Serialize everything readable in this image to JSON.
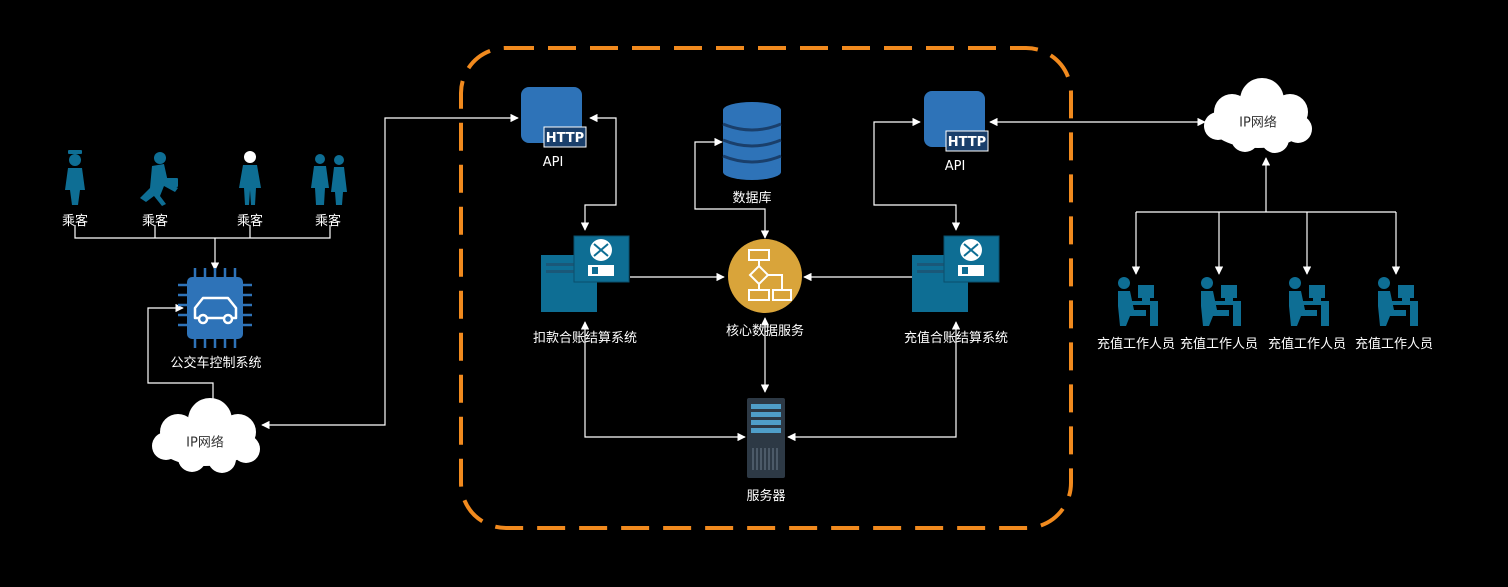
{
  "labels": {
    "passenger1": "乘客",
    "passenger2": "乘客",
    "passenger3": "乘客",
    "passenger4": "乘客",
    "bus_control": "公交车控制系统",
    "ip_network_left": "IP网络",
    "api_left": "API",
    "database": "数据库",
    "api_right": "API",
    "ip_network_right": "IP网络",
    "deduct_system": "扣款合账结算系统",
    "core_service": "核心数据服务",
    "recharge_system": "充值合账结算系统",
    "server": "服务器",
    "staff1": "充值工作人员",
    "staff2": "充值工作人员",
    "staff3": "充值工作人员",
    "staff4": "充值工作人员"
  },
  "icons": {
    "passenger": "person-silhouette-icon",
    "bus": "bus-chip-icon",
    "cloud": "cloud-icon",
    "api": "http-api-icon",
    "database": "database-icon",
    "system": "server-router-icon",
    "core": "flowchart-icon",
    "server": "rack-server-icon",
    "staff": "staff-at-desk-icon"
  },
  "colors": {
    "background": "#000000",
    "boundary": "#f18a1e",
    "connector": "#ffffff",
    "icon_blue": "#2e73b8",
    "icon_teal": "#0e6e94",
    "core_gold": "#d9a43a"
  }
}
